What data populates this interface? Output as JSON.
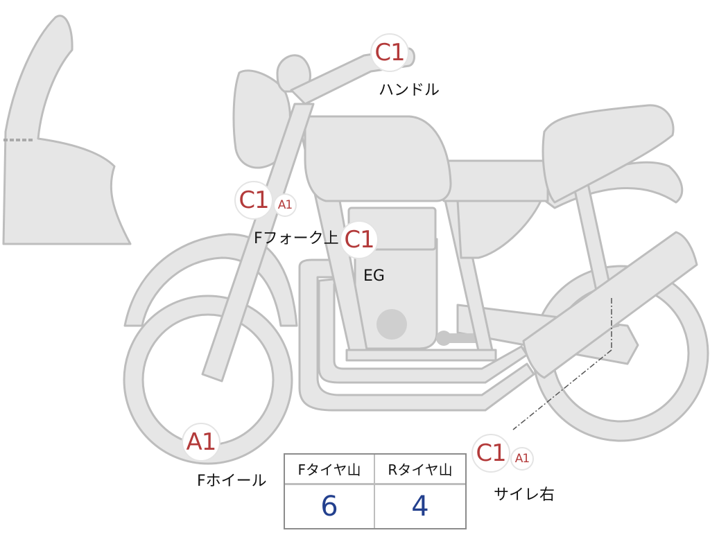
{
  "callouts": {
    "handle": {
      "grade": "C1",
      "label": "ハンドル"
    },
    "fork_upper": {
      "grade_main": "C1",
      "grade_sub": "A1",
      "label": "Fフォーク上"
    },
    "engine": {
      "grade": "C1",
      "label": "EG"
    },
    "front_wheel": {
      "grade": "A1",
      "label": "Fホイール"
    },
    "muffler_right": {
      "grade_main": "C1",
      "grade_sub": "A1",
      "label": "サイレ右"
    }
  },
  "tread_table": {
    "front_header": "Fタイヤ山",
    "rear_header": "Rタイヤ山",
    "front_value": "6",
    "rear_value": "4"
  },
  "colors": {
    "grade_text": "#b33a3a",
    "value_text": "#23408e",
    "part_fill": "#e6e6e6",
    "part_stroke": "#bdbdbd"
  }
}
